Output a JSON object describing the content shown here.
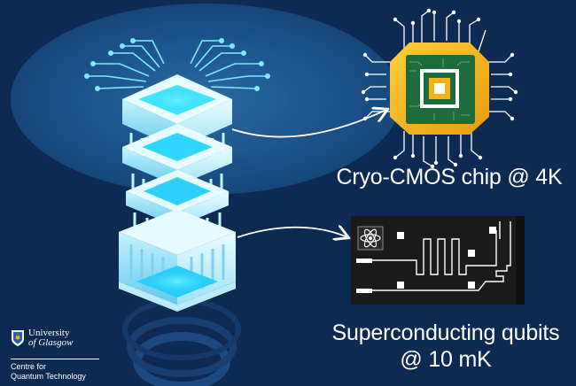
{
  "labels": {
    "cmos": "Cryo-CMOS chip @ 4K",
    "qubits_line1": "Superconducting qubits",
    "qubits_line2": "@ 10 mK"
  },
  "logo": {
    "university_line1": "University",
    "university_line2": "of Glasgow",
    "centre_line1": "Centre for",
    "centre_line2": "Quantum Technology"
  },
  "colors": {
    "background": "#0d2a52",
    "halo": "#1a4f82",
    "cyan": "#3fe0ff",
    "chip_gold": "#f3b21a",
    "chip_green": "#1e6b3c",
    "qubit_chip": "#1b1b1b"
  }
}
